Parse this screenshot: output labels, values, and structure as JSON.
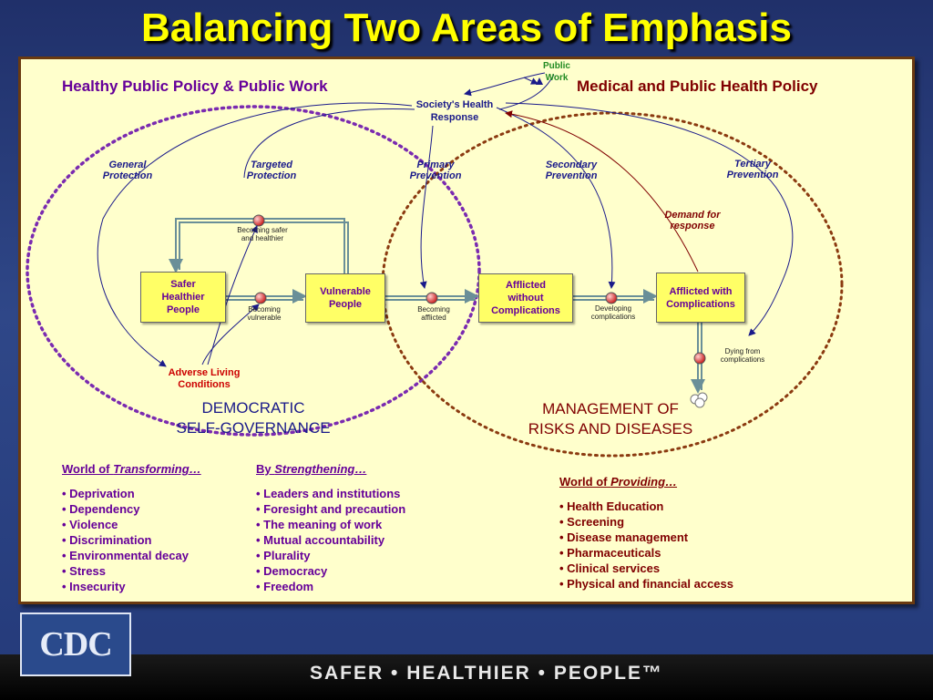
{
  "title": "Balancing Two Areas of Emphasis",
  "headers": {
    "left": "Healthy Public Policy & Public Work",
    "right": "Medical and Public Health Policy",
    "public_work": [
      "Public",
      "Work"
    ],
    "society_response": [
      "Society's Health",
      "Response"
    ]
  },
  "interventions": {
    "general": [
      "General",
      "Protection"
    ],
    "targeted": [
      "Targeted",
      "Protection"
    ],
    "primary": [
      "Primary",
      "Prevention"
    ],
    "secondary": [
      "Secondary",
      "Prevention"
    ],
    "tertiary": [
      "Tertiary",
      "Prevention"
    ],
    "demand": [
      "Demand for",
      "response"
    ]
  },
  "stocks": {
    "safer": [
      "Safer",
      "Healthier",
      "People"
    ],
    "vulnerable": [
      "Vulnerable",
      "People"
    ],
    "afflicted": [
      "Afflicted",
      "without",
      "Complications"
    ],
    "complications": [
      "Afflicted with",
      "Complications"
    ]
  },
  "flows": {
    "safer": [
      "Becoming safer",
      "and healthier"
    ],
    "vulnerable": [
      "Becoming",
      "vulnerable"
    ],
    "afflicted": [
      "Becoming",
      "afflicted"
    ],
    "developing": [
      "Developing",
      "complications"
    ],
    "dying": [
      "Dying from",
      "complications"
    ]
  },
  "adverse": [
    "Adverse Living",
    "Conditions"
  ],
  "circles": {
    "left": [
      "DEMOCRATIC",
      "SELF-GOVERNANCE"
    ],
    "right": [
      "MANAGEMENT OF",
      "RISKS AND DISEASES"
    ]
  },
  "lists": {
    "transforming": {
      "prefix": "World of ",
      "emph": "Transforming…",
      "items": [
        "Deprivation",
        "Dependency",
        "Violence",
        "Discrimination",
        "Environmental decay",
        "Stress",
        "Insecurity"
      ]
    },
    "strengthening": {
      "prefix": "By ",
      "emph": "Strengthening…",
      "items": [
        "Leaders and institutions",
        "Foresight and precaution",
        "The meaning of work",
        "Mutual accountability",
        "Plurality",
        "Democracy",
        "Freedom"
      ]
    },
    "providing": {
      "prefix": "World of ",
      "emph": "Providing…",
      "items": [
        "Health Education",
        "Screening",
        "Disease management",
        "Pharmaceuticals",
        "Clinical services",
        "Physical and financial access"
      ]
    }
  },
  "footer": {
    "logo": "CDC",
    "tagline": "SAFER • HEALTHIER • PEOPLE™"
  },
  "colors": {
    "title": "#ffff00",
    "panel": "#ffffcc",
    "box": "#ffff66",
    "purple": "#660099",
    "maroon": "#800000",
    "navy": "#1a1a8a"
  }
}
